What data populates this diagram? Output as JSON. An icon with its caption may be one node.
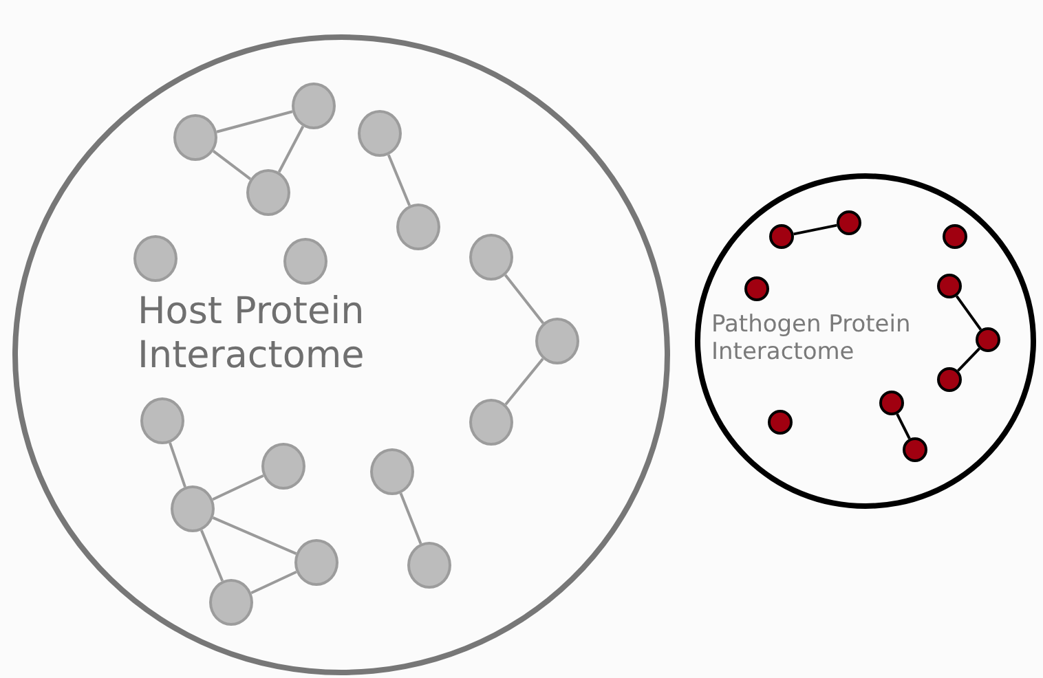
{
  "diagram": {
    "nodes": [
      {
        "text": [
          "Host Protein Interactome"
        ]
      },
      {
        "text": [
          "Pathogen Protein Interactome"
        ]
      },
      {
        "text": [],
        "shape": "circle",
        "in": 0
      },
      {
        "text": [],
        "shape": "circle",
        "in": 0
      },
      {
        "text": [],
        "shape": "circle",
        "in": 0
      },
      {
        "text": [],
        "shape": "circle",
        "in": 0
      },
      {
        "text": [],
        "shape": "circle",
        "in": 0
      },
      {
        "text": [],
        "shape": "circle",
        "in": 0
      },
      {
        "text": [],
        "shape": "circle",
        "in": 0
      },
      {
        "text": [],
        "shape": "circle",
        "in": 0
      },
      {
        "text": [],
        "shape": "circle",
        "in": 0
      },
      {
        "text": [],
        "shape": "circle",
        "in": 0
      },
      {
        "text": [],
        "shape": "circle",
        "in": 0
      },
      {
        "text": [],
        "shape": "circle",
        "in": 0
      },
      {
        "text": [],
        "shape": "circle",
        "in": 0
      },
      {
        "text": [],
        "shape": "circle",
        "in": 0
      },
      {
        "text": [],
        "shape": "circle",
        "in": 0
      },
      {
        "text": [],
        "shape": "circle",
        "in": 0
      },
      {
        "text": [],
        "shape": "circle",
        "in": 0
      },
      {
        "text": [],
        "shape": "circle",
        "in": 1
      },
      {
        "text": [],
        "shape": "circle",
        "in": 1
      },
      {
        "text": [],
        "shape": "circle",
        "in": 1
      },
      {
        "text": [],
        "shape": "circle",
        "in": 1
      },
      {
        "text": [],
        "shape": "circle",
        "in": 1
      },
      {
        "text": [],
        "shape": "circle",
        "in": 1
      },
      {
        "text": [],
        "shape": "circle",
        "in": 1
      },
      {
        "text": [],
        "shape": "circle",
        "in": 1
      },
      {
        "text": [],
        "shape": "circle",
        "in": 1
      },
      {
        "text": [],
        "shape": "circle",
        "in": 1
      }
    ],
    "edges": [
      {
        "from": 2,
        "to": 3,
        "arrow": "none"
      },
      {
        "from": 2,
        "to": 4,
        "arrow": "none"
      },
      {
        "from": 4,
        "to": 3,
        "arrow": "none"
      },
      {
        "from": 5,
        "to": 6,
        "arrow": "none"
      },
      {
        "from": 9,
        "to": 10,
        "arrow": "none"
      },
      {
        "from": 10,
        "to": 11,
        "arrow": "none"
      },
      {
        "from": 12,
        "to": 14,
        "arrow": "none"
      },
      {
        "from": 14,
        "to": 13,
        "arrow": "none"
      },
      {
        "from": 14,
        "to": 16,
        "arrow": "none"
      },
      {
        "from": 14,
        "to": 17,
        "arrow": "none"
      },
      {
        "from": 17,
        "to": 16,
        "arrow": "none"
      },
      {
        "from": 15,
        "to": 18,
        "arrow": "none"
      },
      {
        "from": 19,
        "to": 20,
        "arrow": "none",
        "color": "#000000"
      },
      {
        "from": 23,
        "to": 24,
        "arrow": "none",
        "color": "#000000"
      },
      {
        "from": 24,
        "to": 25,
        "arrow": "none",
        "color": "#000000"
      },
      {
        "from": 27,
        "to": 28,
        "arrow": "none",
        "color": "#000000"
      }
    ]
  }
}
